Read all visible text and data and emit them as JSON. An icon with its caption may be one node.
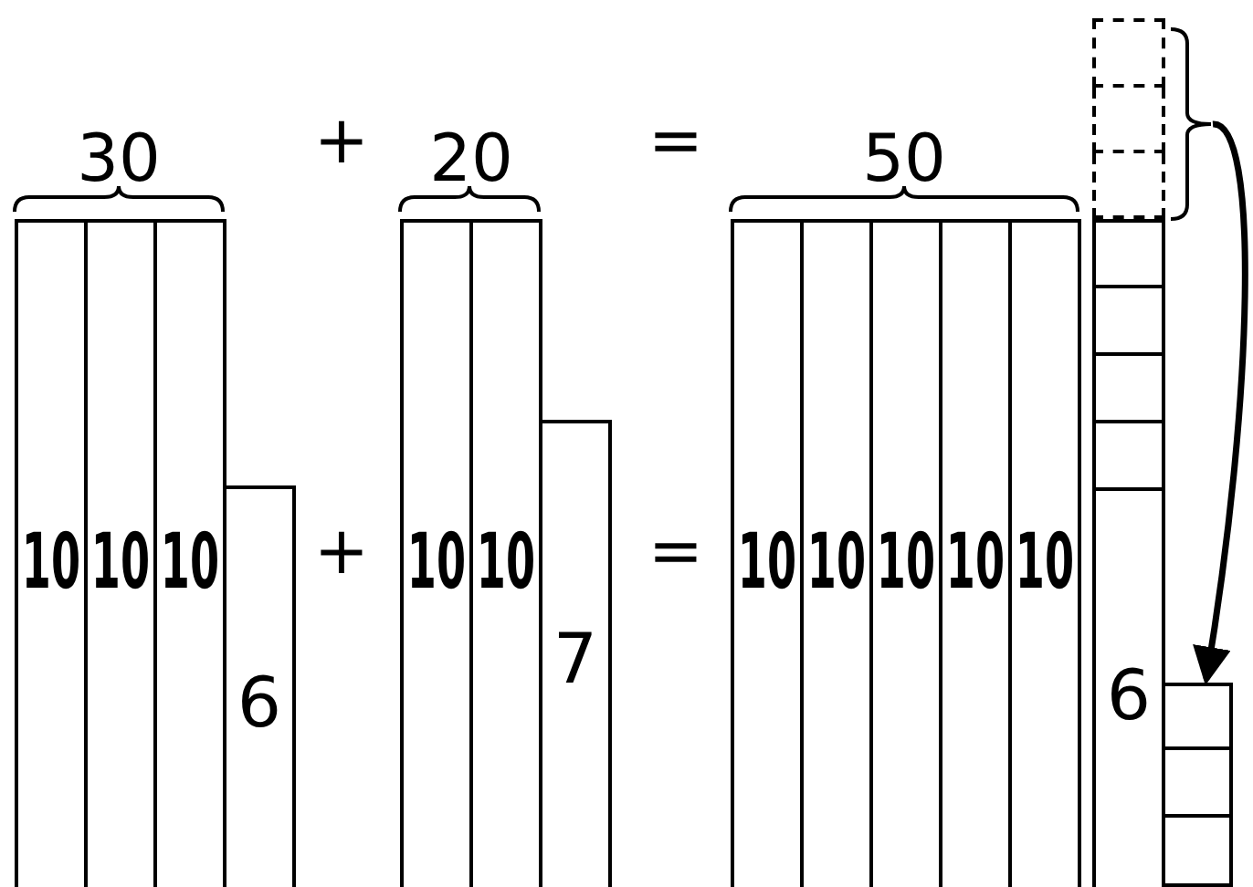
{
  "diagram": {
    "nodes": [
      {
        "text": [
          "10"
        ]
      },
      {
        "text": [
          "10"
        ]
      },
      {
        "text": [
          "10"
        ]
      },
      {
        "text": [
          "6"
        ]
      },
      {
        "text": [
          "10"
        ]
      },
      {
        "text": [
          "10"
        ]
      },
      {
        "text": [
          "7"
        ]
      },
      {
        "text": [
          "10"
        ]
      },
      {
        "text": [
          "10"
        ]
      },
      {
        "text": [
          "10"
        ]
      },
      {
        "text": [
          "10"
        ]
      },
      {
        "text": [
          "10"
        ]
      },
      {
        "text": [],
        "shape": "box"
      },
      {
        "text": [],
        "shape": "box"
      },
      {
        "text": [],
        "shape": "box"
      },
      {
        "text": [
          "6"
        ]
      },
      {
        "text": [],
        "shape": "box"
      },
      {
        "text": [],
        "shape": "box"
      },
      {
        "text": [],
        "shape": "box"
      },
      {
        "text": [],
        "shape": "brace"
      }
    ],
    "edges": [
      {
        "from": 19,
        "to": 16,
        "arrow": "to"
      }
    ],
    "labels": [
      "30",
      "+",
      "20",
      "=",
      "50",
      "+",
      "="
    ]
  }
}
